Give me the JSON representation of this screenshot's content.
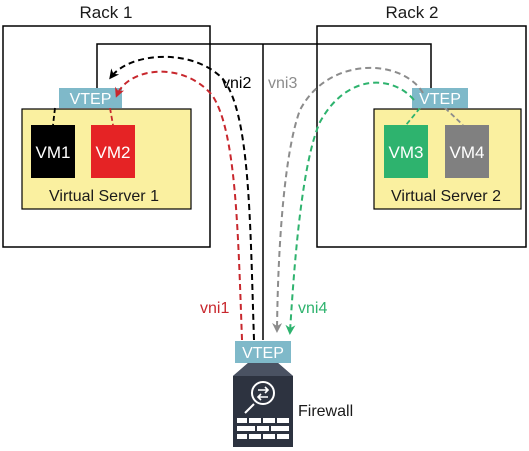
{
  "racks": {
    "rack1": {
      "title": "Rack 1"
    },
    "rack2": {
      "title": "Rack 2"
    }
  },
  "vtep_label": "VTEP",
  "servers": {
    "server1": {
      "label": "Virtual Server 1"
    },
    "server2": {
      "label": "Virtual Server 2"
    }
  },
  "vms": {
    "vm1": {
      "label": "VM1",
      "color": "#000000"
    },
    "vm2": {
      "label": "VM2",
      "color": "#e52325"
    },
    "vm3": {
      "label": "VM3",
      "color": "#2eb36e"
    },
    "vm4": {
      "label": "VM4",
      "color": "#808080"
    }
  },
  "vnis": {
    "vni1": {
      "label": "vni1",
      "color": "#c8272d"
    },
    "vni2": {
      "label": "vni2",
      "color": "#000000"
    },
    "vni3": {
      "label": "vni3",
      "color": "#8c8c8c"
    },
    "vni4": {
      "label": "vni4",
      "color": "#2eb36e"
    }
  },
  "firewall": {
    "label": "Firewall",
    "icon": "firewall-icon"
  },
  "colors": {
    "vtep": "#7fb9c9",
    "server_fill": "#faf0a0",
    "firewall_body": "#2d3340"
  }
}
